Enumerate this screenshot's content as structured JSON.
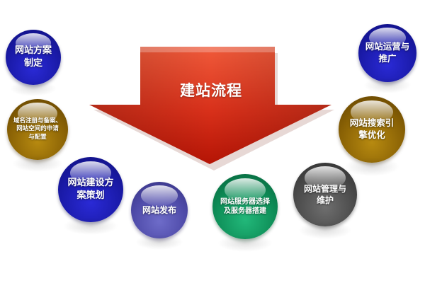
{
  "diagram": {
    "title": "建站流程",
    "colors": {
      "arrow_top": "#e8432a",
      "arrow_bottom": "#c01808",
      "node_blue": "#1a1aa8",
      "node_gold": "#8a6205",
      "node_purple": "#4e4aa8",
      "node_green": "#0d8c56",
      "node_grey": "#4a4a4a"
    },
    "nodes": [
      {
        "line1": "网站方案",
        "line2": "制定",
        "color": "blue"
      },
      {
        "line1": "域名注册与备案、",
        "line2": "网站空间的申请",
        "line3": "与配置",
        "color": "gold"
      },
      {
        "line1": "网站建设方",
        "line2": "案策划",
        "color": "blue"
      },
      {
        "line1": "网站发布",
        "line2": "",
        "color": "purple"
      },
      {
        "line1": "网站服务器选择",
        "line2": "及服务器搭建",
        "color": "green"
      },
      {
        "line1": "网站管理与",
        "line2": "维护",
        "color": "grey"
      },
      {
        "line1": "网站搜索引",
        "line2": "擎优化",
        "color": "gold"
      },
      {
        "line1": "网站运营与",
        "line2": "推广",
        "color": "blue"
      }
    ]
  }
}
